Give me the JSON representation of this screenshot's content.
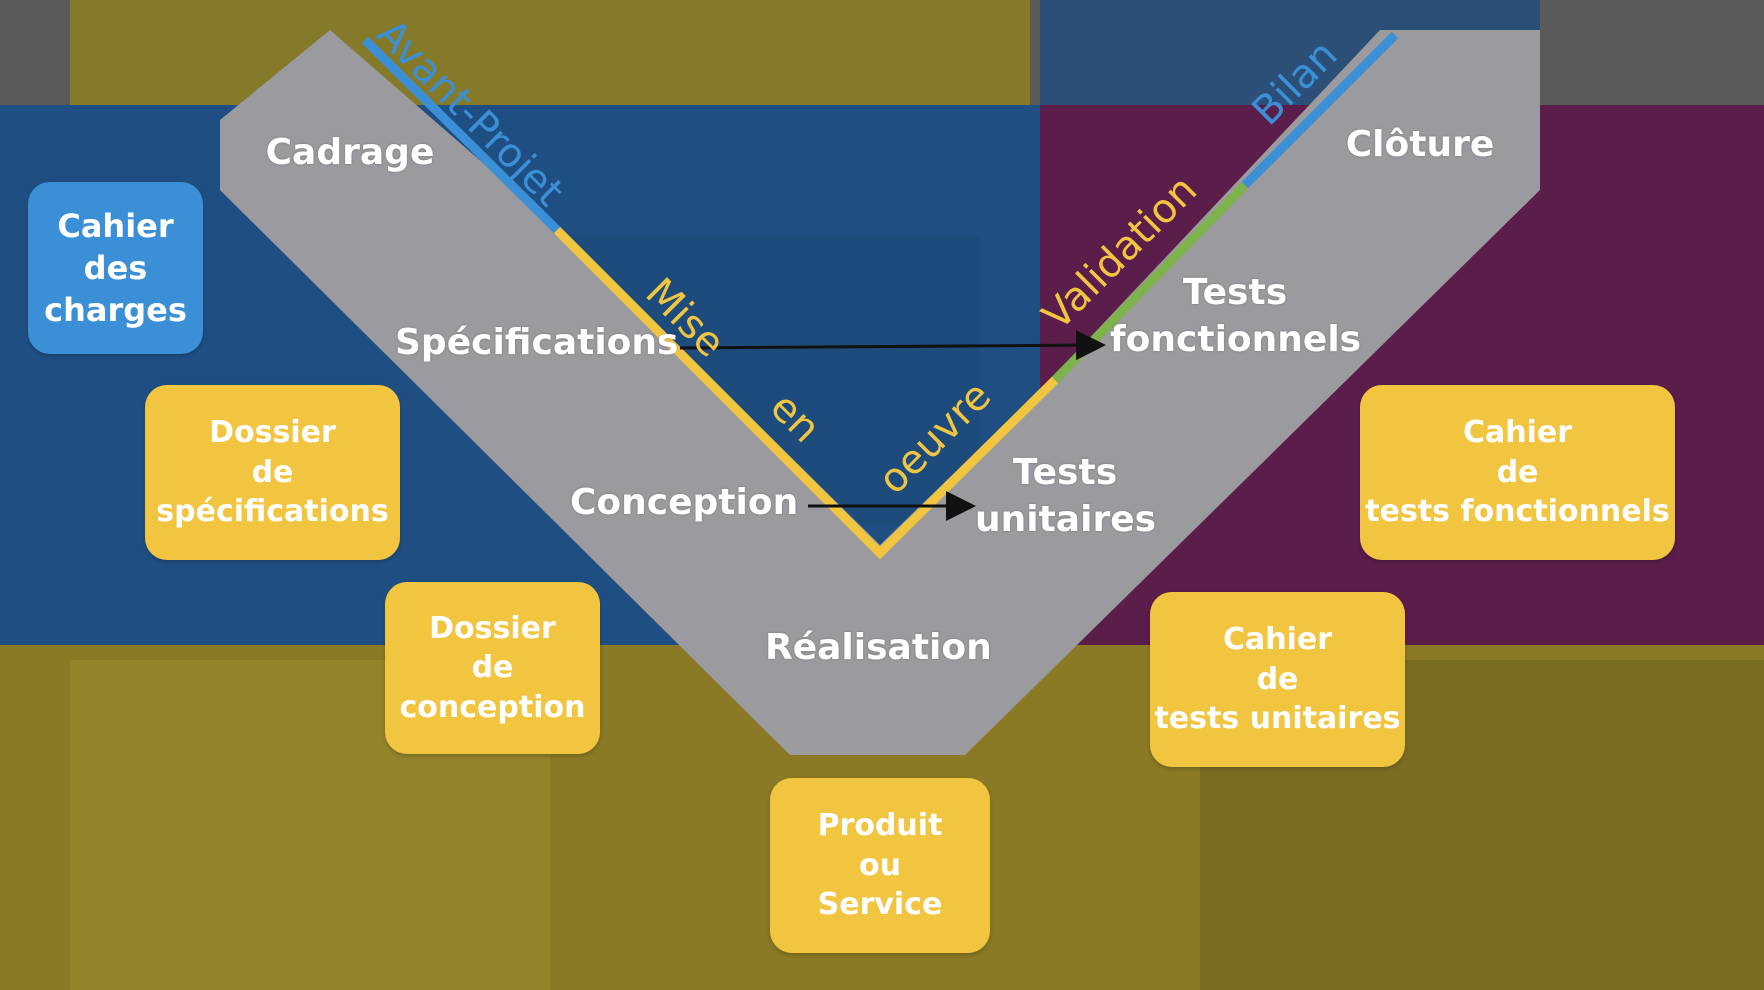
{
  "colors": {
    "v_shape": "#9a9a9f",
    "blue_accent": "#3a8fd6",
    "yellow_accent": "#f2c541",
    "green_accent": "#7db34a",
    "bg_olive": "#8a7a25",
    "bg_navy": "#1f4f82",
    "bg_purple": "#5b1d4a",
    "arrow": "#111111"
  },
  "phases": {
    "avant_projet": "Avant-Projet",
    "mise": "Mise",
    "en": "en",
    "oeuvre": "oeuvre",
    "validation": "Validation",
    "bilan": "Bilan"
  },
  "steps": {
    "cadrage": "Cadrage",
    "specifications": "Spécifications",
    "conception": "Conception",
    "realisation": "Réalisation",
    "tests_unitaires": "Tests\nunitaires",
    "tests_fonctionnels": "Tests\nfonctionnels",
    "cloture": "Clôture"
  },
  "deliverables": {
    "cahier_des_charges": "Cahier\ndes\ncharges",
    "dossier_specifications": "Dossier\nde\nspécifications",
    "dossier_conception": "Dossier\nde\nconception",
    "produit_service": "Produit\nou\nService",
    "cahier_tests_unitaires": "Cahier\nde\ntests unitaires",
    "cahier_tests_fonctionnels": "Cahier\nde\ntests fonctionnels"
  }
}
